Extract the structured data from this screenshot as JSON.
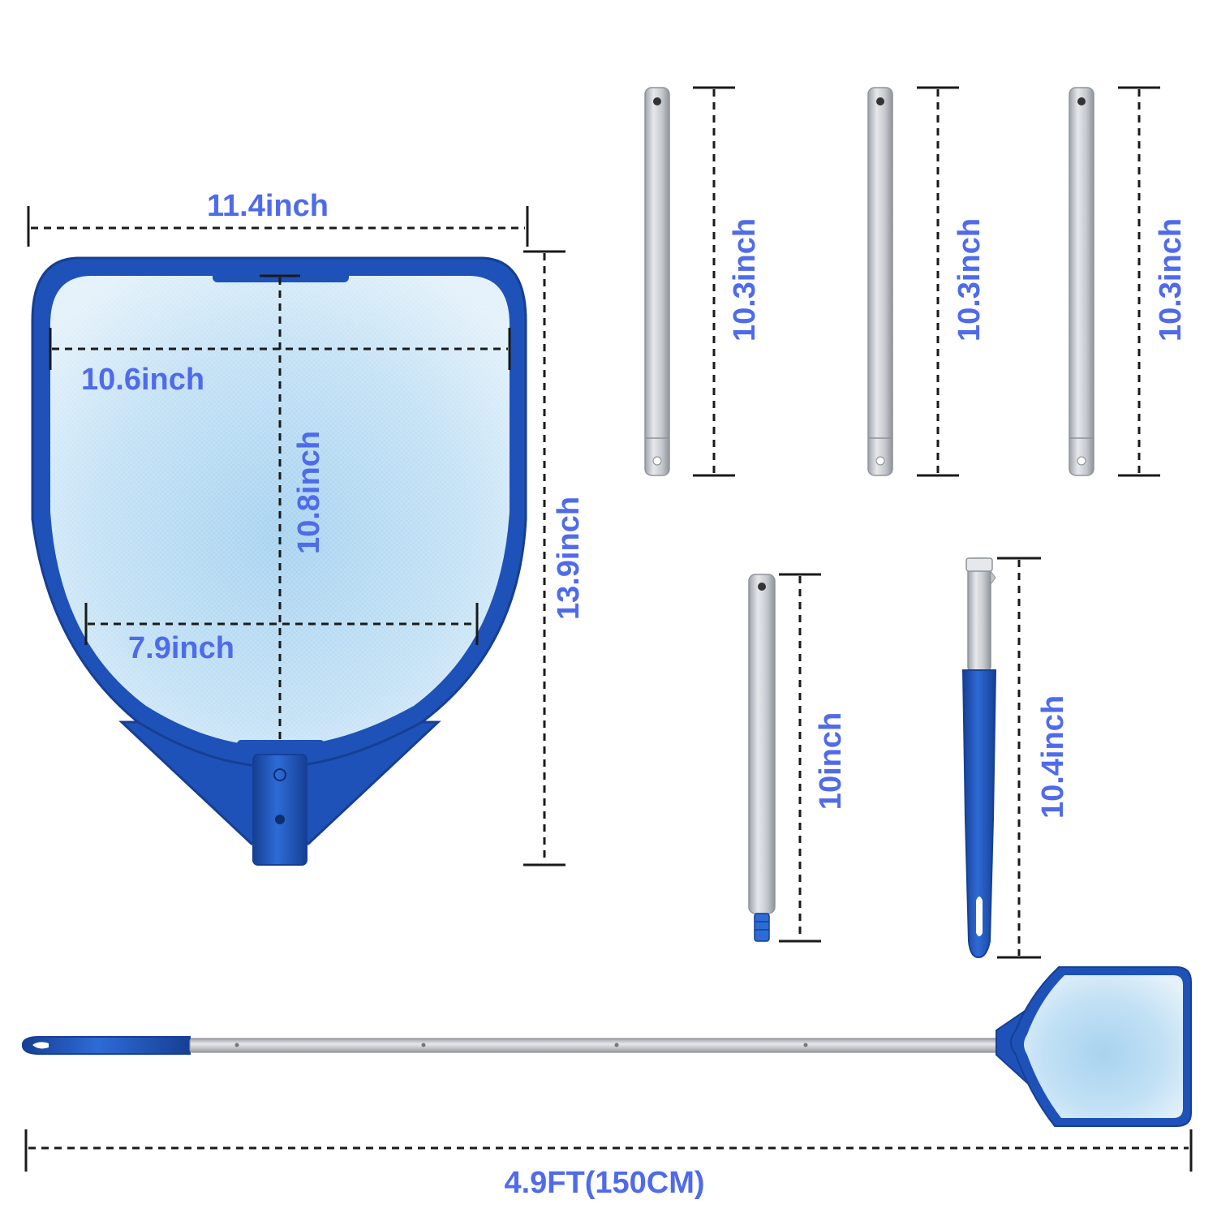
{
  "colors": {
    "label_blue": "#4F6BEA",
    "frame_blue": "#1E52B8",
    "frame_dark": "#163F94",
    "mesh_light": "#D3E9F7",
    "mesh_mid": "#A8D3F0",
    "pole_silver": "#BFC3C8",
    "pole_light": "#E6E8EB",
    "dim_line": "#1A1A1A"
  },
  "net_head": {
    "outer_width_label": "11.4inch",
    "inner_width_label": "10.6inch",
    "inner_height_label": "10.8inch",
    "lower_width_label": "7.9inch",
    "total_height_label": "13.9inch"
  },
  "pole_sections": [
    {
      "label": "10.3inch"
    },
    {
      "label": "10.3inch"
    },
    {
      "label": "10.3inch"
    }
  ],
  "end_section": {
    "label": "10inch"
  },
  "handle_section": {
    "label": "10.4inch"
  },
  "assembled": {
    "length_label": "4.9FT(150CM)"
  }
}
